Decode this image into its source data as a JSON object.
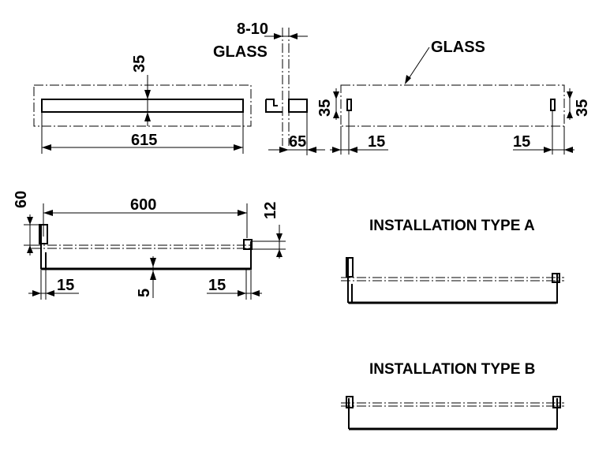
{
  "top_view": {
    "length": "615",
    "height": "35"
  },
  "side_detail": {
    "glass_thickness": "8-10",
    "glass_label": "GLASS",
    "depth": "65"
  },
  "glass_view": {
    "glass_label": "GLASS",
    "height_left": "35",
    "height_right": "35",
    "offset_left": "15",
    "offset_right": "15"
  },
  "front_view": {
    "width": "600",
    "post_height": "60",
    "right_height": "12",
    "bar_thickness": "5",
    "offset_left": "15",
    "offset_right": "15"
  },
  "installation_a": {
    "title": "INSTALLATION TYPE A"
  },
  "installation_b": {
    "title": "INSTALLATION TYPE B"
  }
}
